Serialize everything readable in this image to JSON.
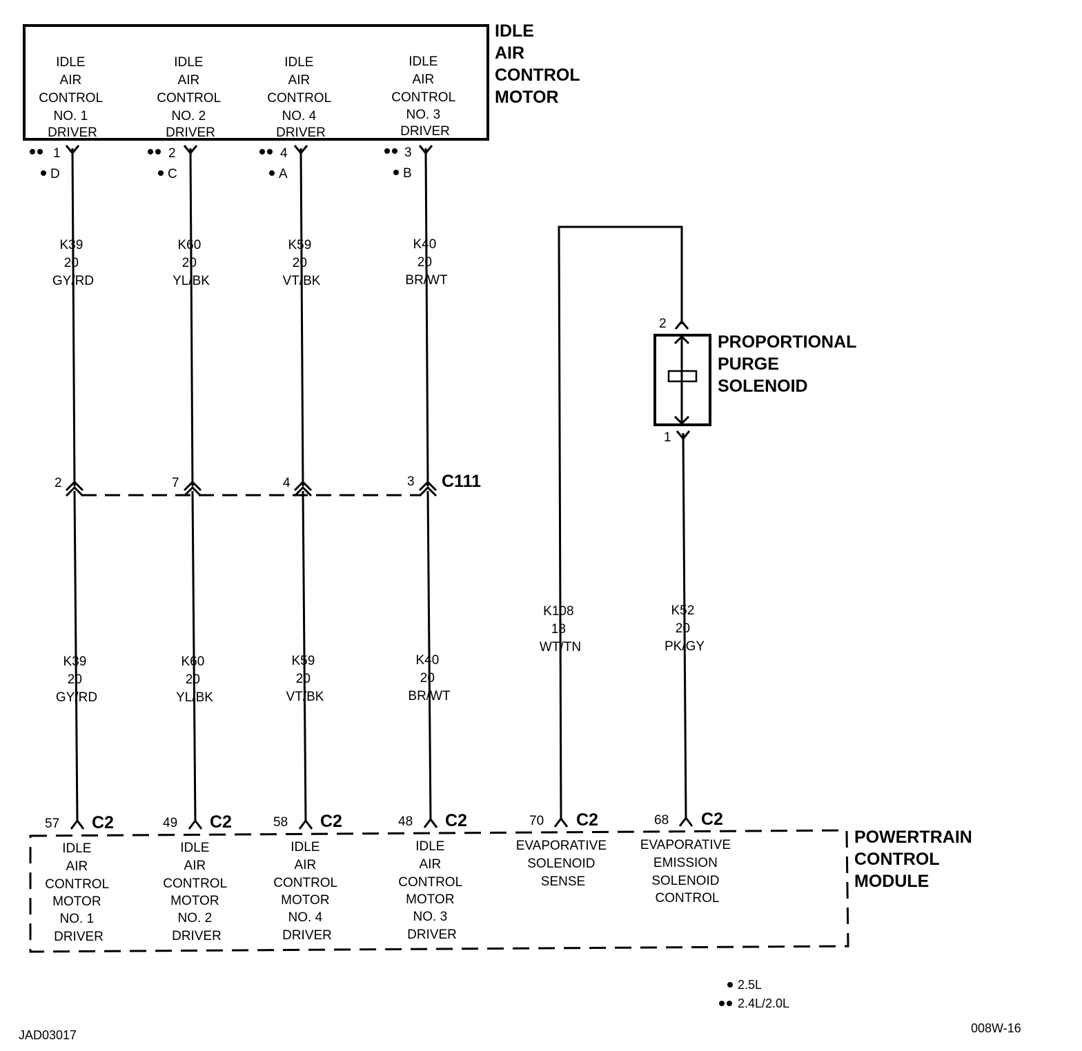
{
  "iac_motor": {
    "title": [
      "IDLE",
      "AIR",
      "CONTROL",
      "MOTOR"
    ],
    "drivers": [
      {
        "lines": [
          "IDLE",
          "AIR",
          "CONTROL",
          "NO. 1",
          "DRIVER"
        ],
        "pin_double": "1",
        "pin_single": "D"
      },
      {
        "lines": [
          "IDLE",
          "AIR",
          "CONTROL",
          "NO. 2",
          "DRIVER"
        ],
        "pin_double": "2",
        "pin_single": "C"
      },
      {
        "lines": [
          "IDLE",
          "AIR",
          "CONTROL",
          "NO. 4",
          "DRIVER"
        ],
        "pin_double": "4",
        "pin_single": "A"
      },
      {
        "lines": [
          "IDLE",
          "AIR",
          "CONTROL",
          "NO. 3",
          "DRIVER"
        ],
        "pin_double": "3",
        "pin_single": "B"
      }
    ]
  },
  "upper_wires": [
    [
      "K39",
      "20",
      "GY/RD"
    ],
    [
      "K60",
      "20",
      "YL/BK"
    ],
    [
      "K59",
      "20",
      "VT/BK"
    ],
    [
      "K40",
      "20",
      "BR/WT"
    ]
  ],
  "connector_c111": {
    "name": "C111",
    "pins": [
      "2",
      "7",
      "4",
      "3"
    ]
  },
  "lower_wires": [
    [
      "K39",
      "20",
      "GY/RD"
    ],
    [
      "K60",
      "20",
      "YL/BK"
    ],
    [
      "K59",
      "20",
      "VT/BK"
    ],
    [
      "K40",
      "20",
      "BR/WT"
    ],
    [
      "K108",
      "18",
      "WT/TN"
    ],
    [
      "K52",
      "20",
      "PK/GY"
    ]
  ],
  "purge_solenoid": {
    "title": [
      "PROPORTIONAL",
      "PURGE",
      "SOLENOID"
    ],
    "pin_top": "2",
    "pin_bottom": "1"
  },
  "pcm": {
    "title": [
      "POWERTRAIN",
      "CONTROL",
      "MODULE"
    ],
    "connector": "C2",
    "pins": [
      {
        "pin": "57",
        "lines": [
          "IDLE",
          "AIR",
          "CONTROL",
          "MOTOR",
          "NO. 1",
          "DRIVER"
        ]
      },
      {
        "pin": "49",
        "lines": [
          "IDLE",
          "AIR",
          "CONTROL",
          "MOTOR",
          "NO. 2",
          "DRIVER"
        ]
      },
      {
        "pin": "58",
        "lines": [
          "IDLE",
          "AIR",
          "CONTROL",
          "MOTOR",
          "NO. 4",
          "DRIVER"
        ]
      },
      {
        "pin": "48",
        "lines": [
          "IDLE",
          "AIR",
          "CONTROL",
          "MOTOR",
          "NO. 3",
          "DRIVER"
        ]
      },
      {
        "pin": "70",
        "lines": [
          "EVAPORATIVE",
          "SOLENOID",
          "SENSE"
        ]
      },
      {
        "pin": "68",
        "lines": [
          "EVAPORATIVE",
          "EMISSION",
          "SOLENOID",
          "CONTROL"
        ]
      }
    ]
  },
  "legend": [
    {
      "dots": 1,
      "label": "2.5L"
    },
    {
      "dots": 2,
      "label": "2.4L/2.0L"
    }
  ],
  "footer": {
    "left_code": "JAD03017",
    "right_code": "008W-16"
  }
}
